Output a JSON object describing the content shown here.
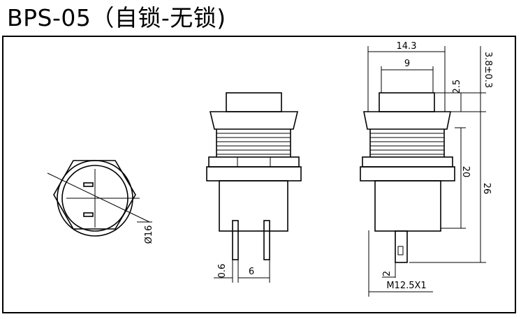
{
  "title": "BPS-05（自锁-无锁)",
  "dimensions": {
    "diameter": "Ø16",
    "pin_thickness": "0.6",
    "pin_spacing": "6",
    "body_width": "14.3",
    "cap_width": "9",
    "cap_height": "3.8±0.3",
    "cap_gap": "2.5",
    "body_height": "20",
    "total_height": "26",
    "pin_small": "2",
    "thread": "M12.5X1"
  }
}
